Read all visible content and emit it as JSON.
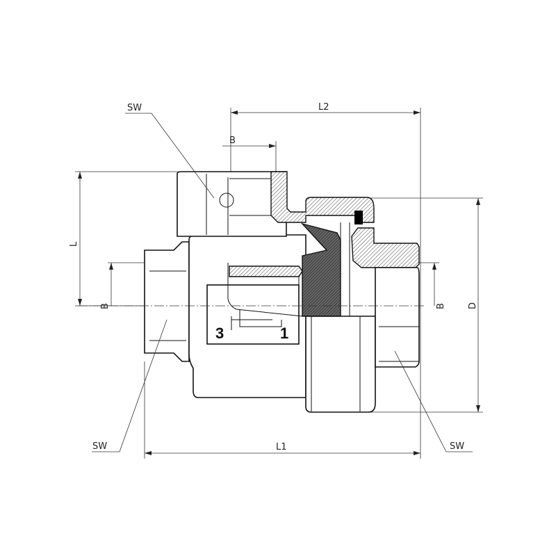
{
  "drawing": {
    "dimensions": {
      "sw_top": "SW",
      "l2": "L2",
      "b_top": "B",
      "l": "L",
      "b_left": "B",
      "b_right": "B",
      "d": "D",
      "l1": "L1",
      "sw_bottom_left": "SW",
      "sw_bottom_right": "SW"
    },
    "port_labels": {
      "port_3": "3",
      "port_1": "1"
    }
  }
}
